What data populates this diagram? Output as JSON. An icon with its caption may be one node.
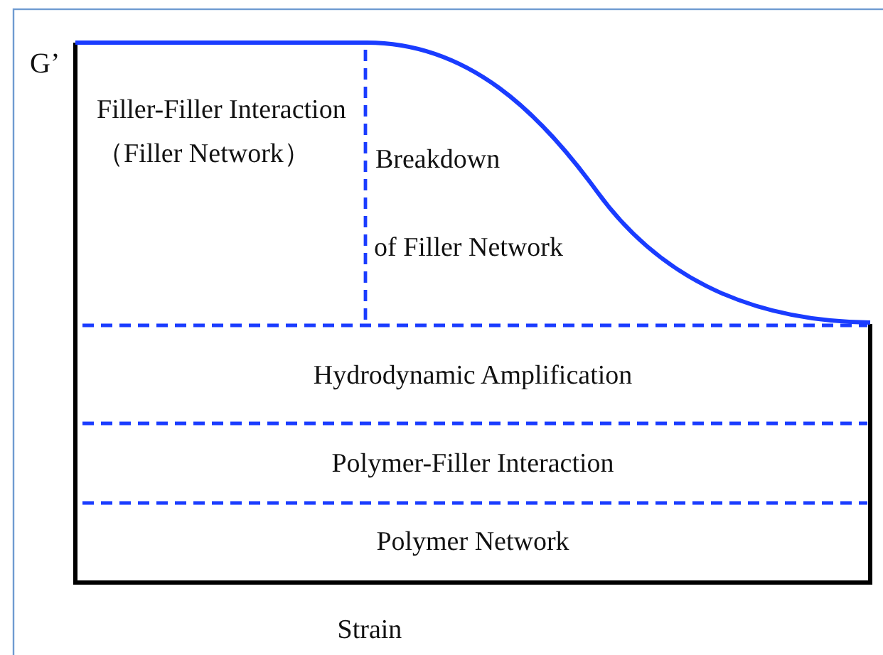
{
  "diagram": {
    "labels": [
      "G’",
      "Filler-Filler Interaction（Filler Network）",
      "Breakdown",
      "of Filler Network",
      "Hydrodynamic Amplification",
      "Polymer-Filler Interaction",
      "Polymer Network",
      "Strain"
    ]
  }
}
